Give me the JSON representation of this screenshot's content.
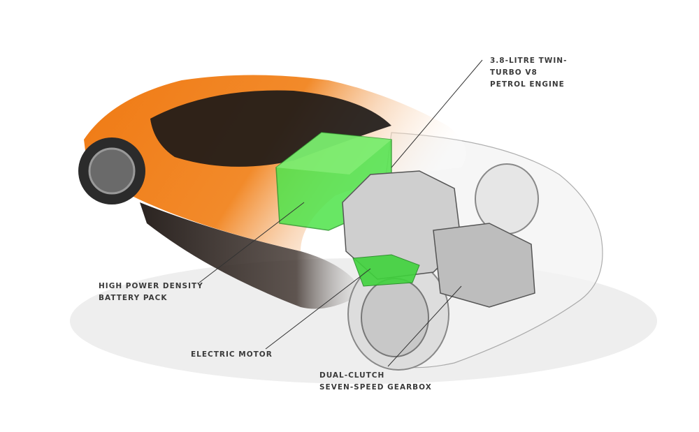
{
  "labels": {
    "engine": [
      "3.8-LITRE TWIN-",
      "TURBO V8",
      "PETROL ENGINE"
    ],
    "battery": [
      "HIGH POWER DENSITY",
      "BATTERY PACK"
    ],
    "motor": [
      "ELECTRIC MOTOR"
    ],
    "gearbox": [
      "DUAL-CLUTCH",
      "SEVEN-SPEED GEARBOX"
    ]
  },
  "colors": {
    "body": "#f07a14",
    "battery": "#4ee34a",
    "carbon": "#2a2320",
    "leader": "#333333"
  }
}
